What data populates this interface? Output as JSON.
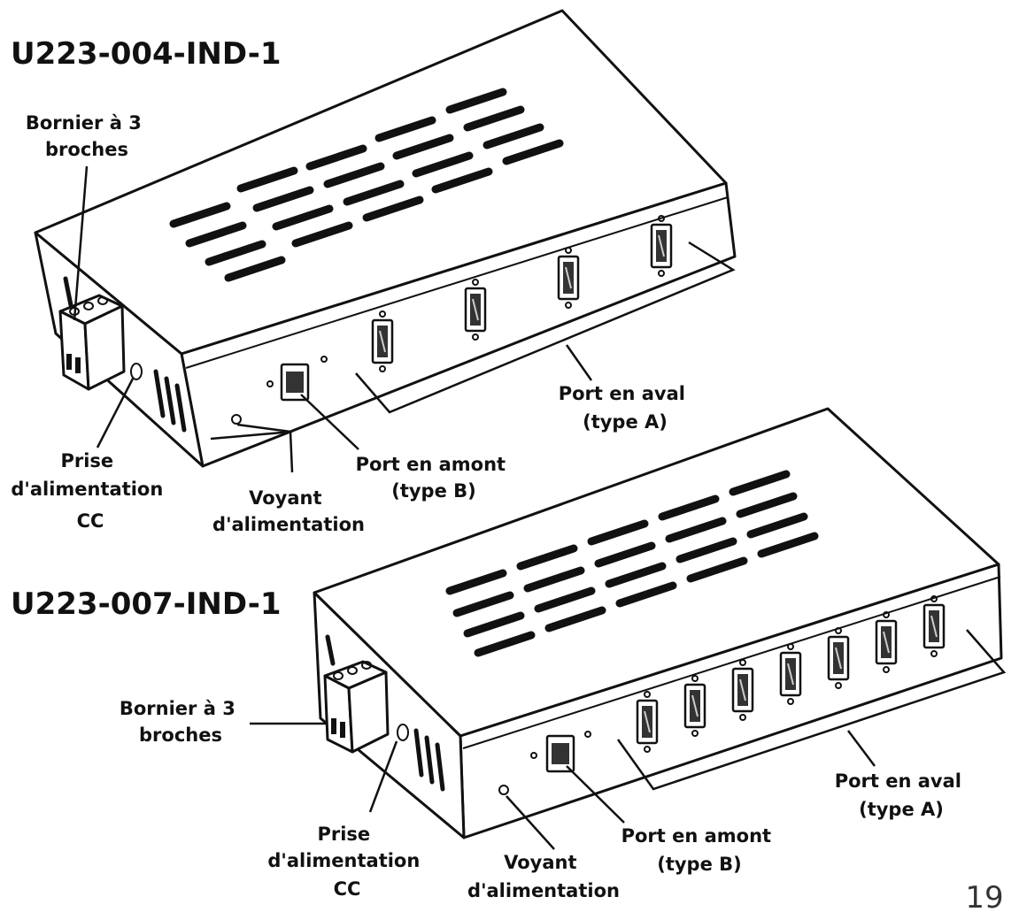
{
  "diagram_a": {
    "model": "U223-004-IND-1",
    "label_terminal": [
      "Bornier à 3",
      "broches"
    ],
    "label_dc_jack": [
      "Prise",
      "d'alimentation",
      "CC"
    ],
    "label_power_led": [
      "Voyant",
      "d'alimentation"
    ],
    "label_upstream": [
      "Port en amont",
      "(type B)"
    ],
    "label_downstream": [
      "Port en aval",
      "(type A)"
    ],
    "downstream_port_count": 4
  },
  "diagram_b": {
    "model": "U223-007-IND-1",
    "label_terminal": [
      "Bornier à 3",
      "broches"
    ],
    "label_dc_jack": [
      "Prise",
      "d'alimentation",
      "CC"
    ],
    "label_power_led": [
      "Voyant",
      "d'alimentation"
    ],
    "label_upstream": [
      "Port en amont",
      "(type B)"
    ],
    "label_downstream": [
      "Port en aval",
      "(type A)"
    ],
    "downstream_port_count": 7
  },
  "page_number": "19"
}
